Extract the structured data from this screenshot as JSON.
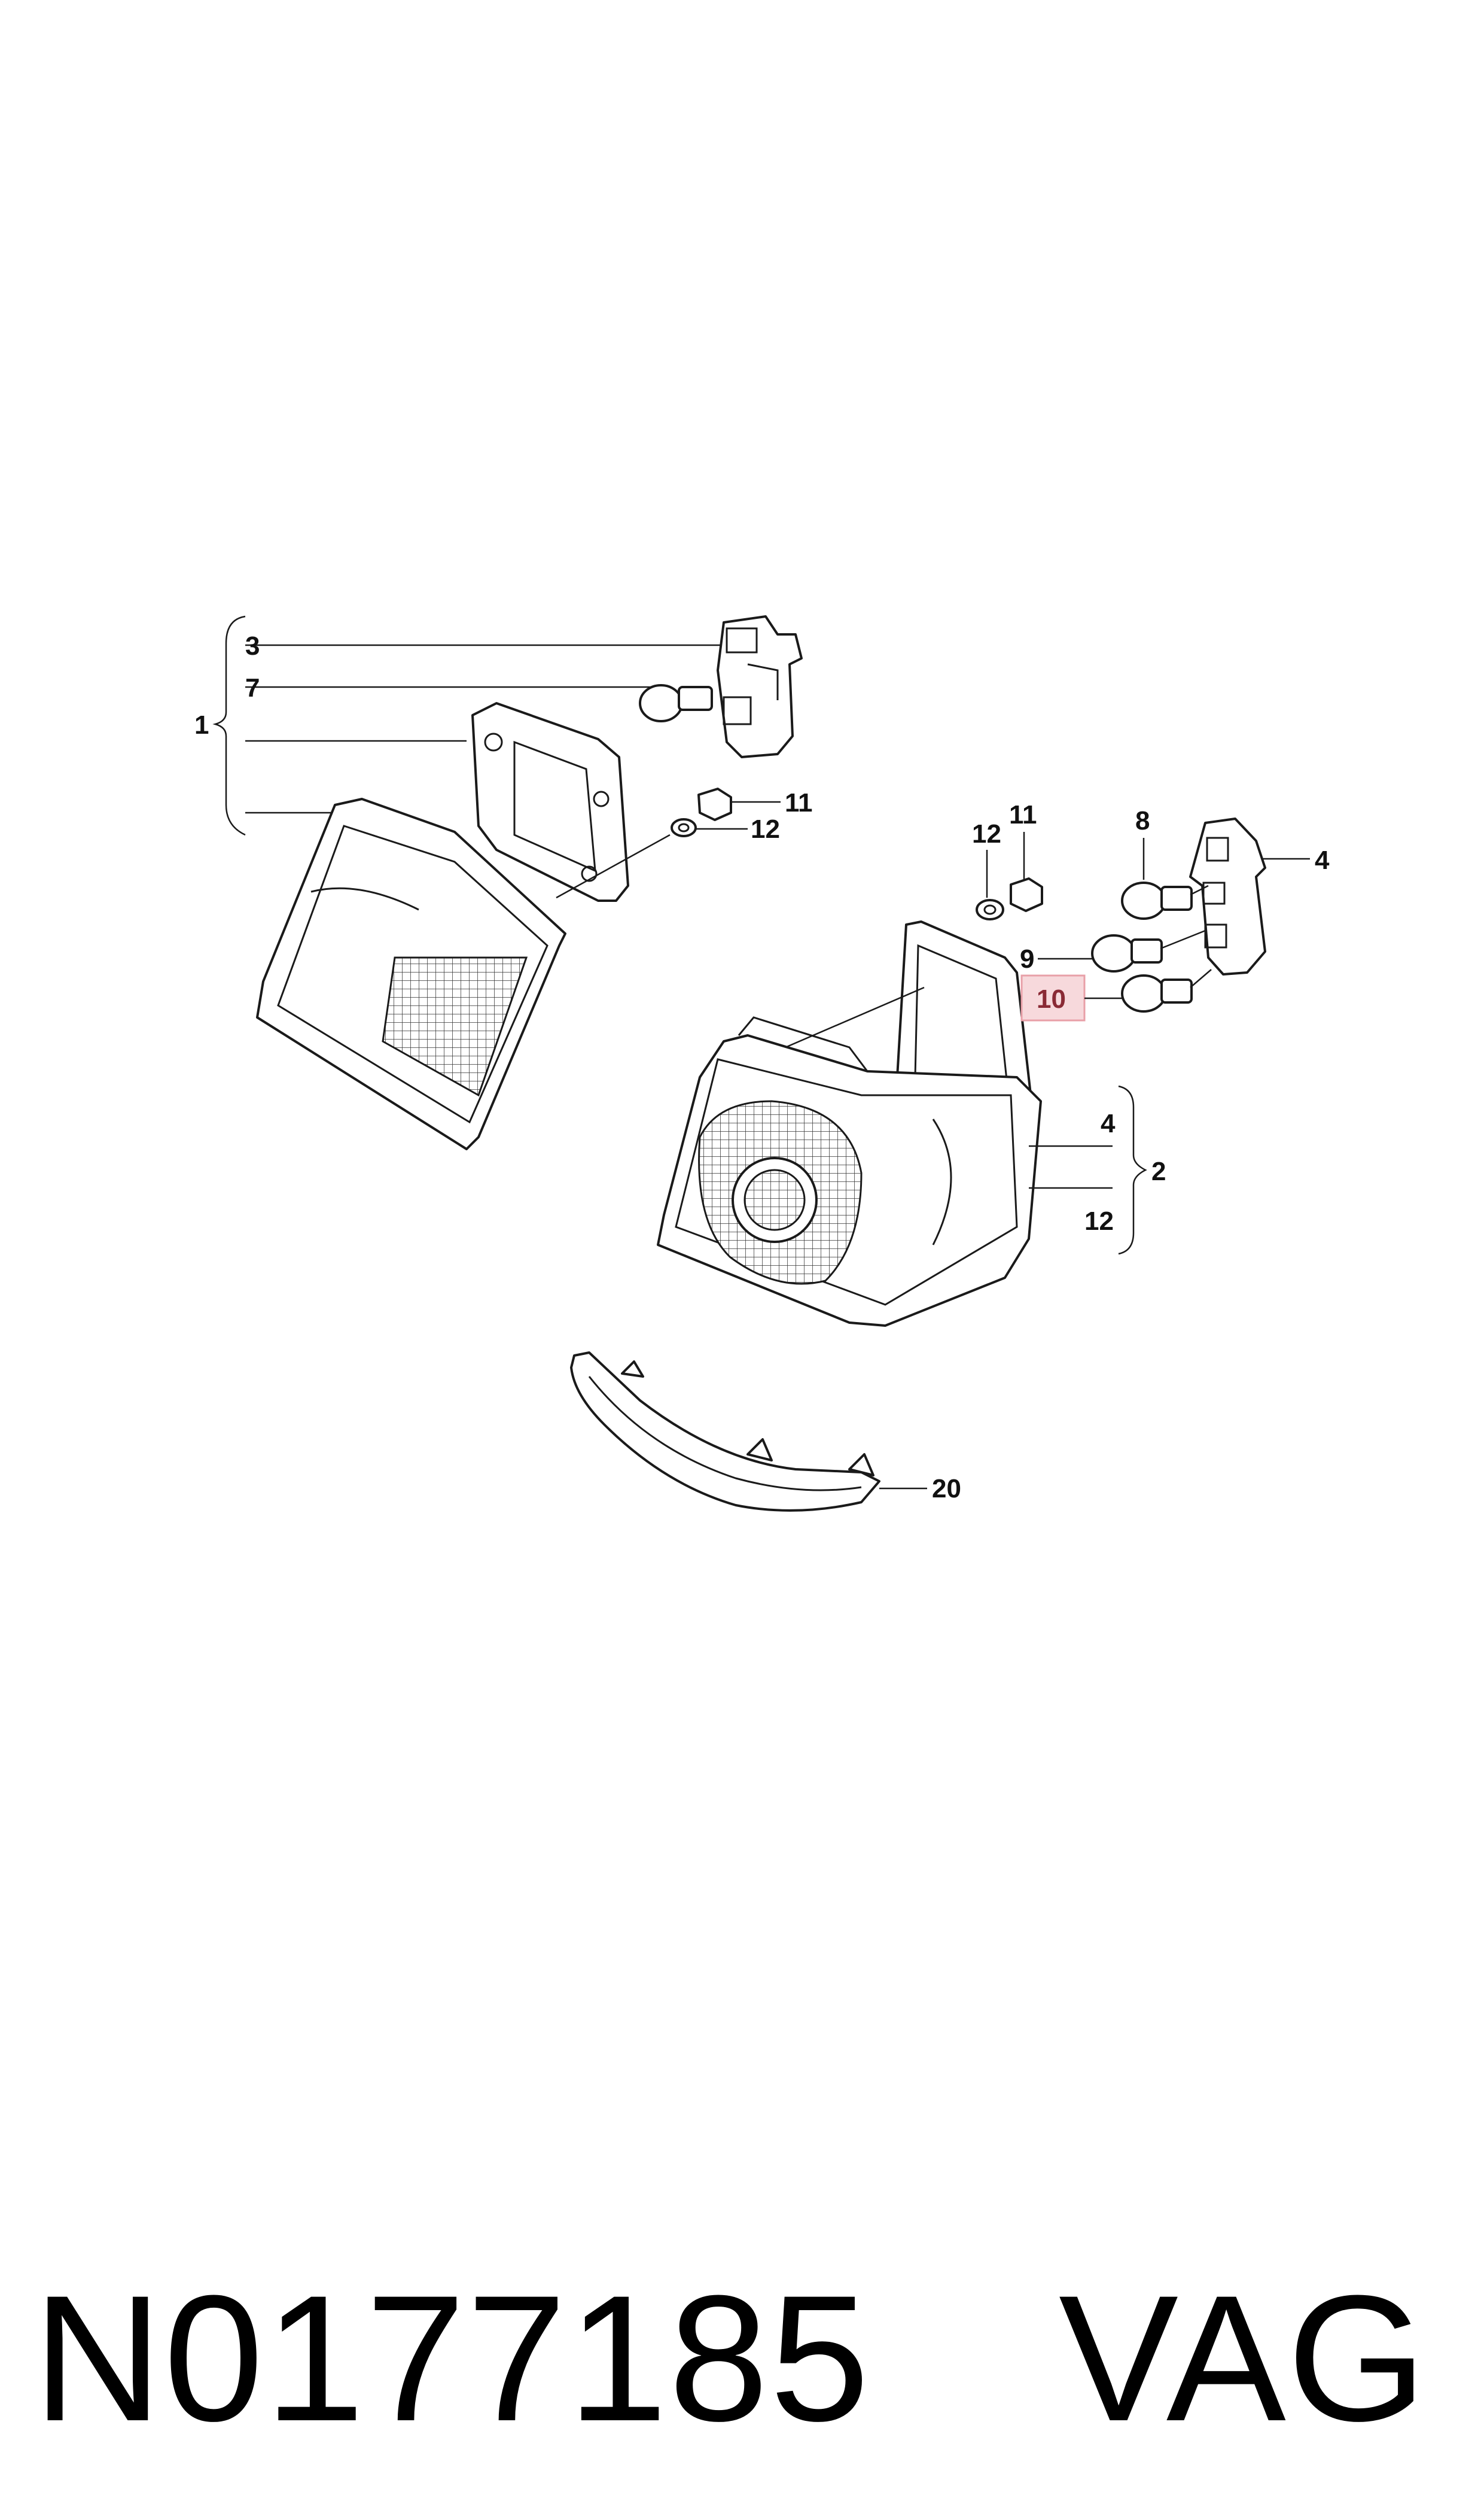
{
  "callouts": {
    "c1": "1",
    "c2": "2",
    "c3": "3",
    "c4_top": "4",
    "c4_bracket": "4",
    "c7": "7",
    "c8": "8",
    "c9": "9",
    "c10": "10",
    "c11_left": "11",
    "c11_right": "11",
    "c12_left": "12",
    "c12_right": "12",
    "c12_bracket": "12",
    "c20": "20"
  },
  "highlight_color": "#e8a0a8",
  "caption": {
    "part_number": "N0177185",
    "brand": "VAG"
  }
}
